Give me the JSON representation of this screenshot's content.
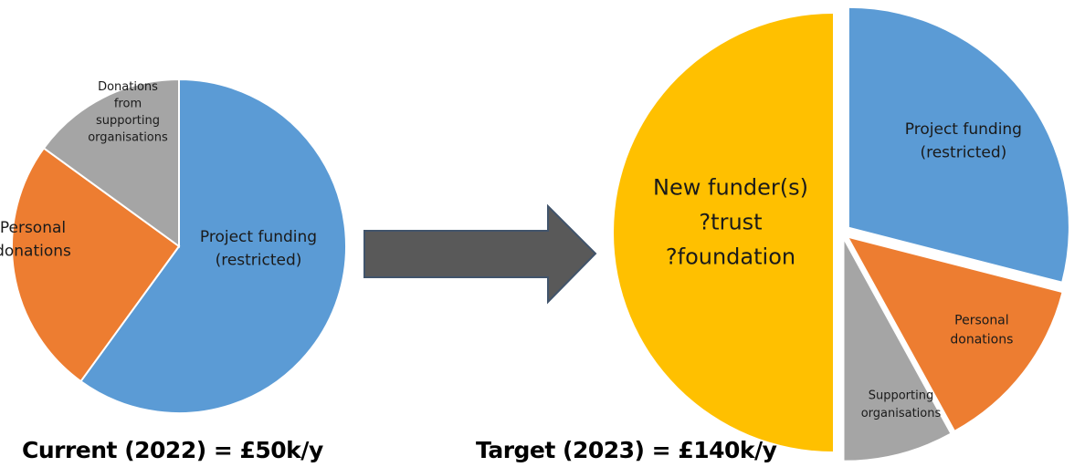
{
  "chart_data": [
    {
      "type": "pie",
      "title": "Current (2022) = £50k/y",
      "slices": [
        {
          "label_lines": [
            "Project funding",
            "(restricted)"
          ],
          "value": 60,
          "color": "#5B9BD5"
        },
        {
          "label_lines": [
            "Personal",
            "donations"
          ],
          "value": 25,
          "color": "#ED7D31"
        },
        {
          "label_lines": [
            "Donations",
            "from",
            "supporting",
            "organisations"
          ],
          "value": 15,
          "color": "#A5A5A5"
        }
      ],
      "start": "top",
      "direction": "clockwise",
      "exploded": false
    },
    {
      "type": "pie",
      "title": "Target (2023) = £140k/y",
      "slices": [
        {
          "label_lines": [
            "Project funding",
            "(restricted)"
          ],
          "value": 29,
          "color": "#5B9BD5"
        },
        {
          "label_lines": [
            "Personal",
            "donations"
          ],
          "value": 13,
          "color": "#ED7D31"
        },
        {
          "label_lines": [
            "Supporting",
            "organisations"
          ],
          "value": 8,
          "color": "#A5A5A5"
        },
        {
          "label_lines": [
            "New funder(s)",
            "?trust",
            "?foundation"
          ],
          "value": 50,
          "color": "#FFC000"
        }
      ],
      "start": "top",
      "direction": "clockwise",
      "exploded": true
    }
  ],
  "arrow": {
    "color": "#595959",
    "border": "#41546B",
    "icon": "right-arrow-icon"
  },
  "captions": {
    "current": "Current (2022) = £50k/y",
    "target": "Target (2023) = £140k/y"
  }
}
